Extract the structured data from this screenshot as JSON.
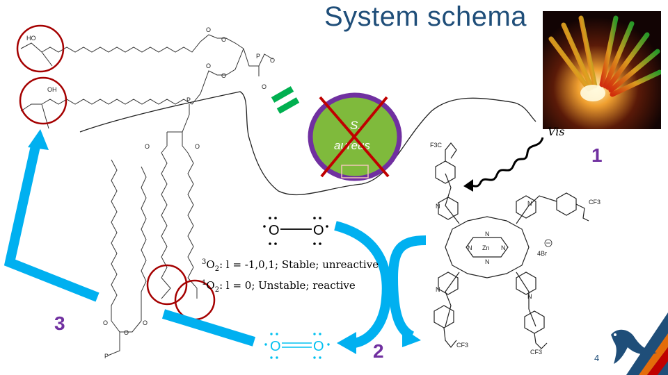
{
  "slide": {
    "title": "System schema",
    "page_number": "4"
  },
  "steps": {
    "one": "1",
    "two": "2",
    "three": "3"
  },
  "light": {
    "label": "Vis"
  },
  "bacterium": {
    "line1": "S.",
    "line2": "aureus"
  },
  "oxygen_states": {
    "triplet": {
      "sup": "3",
      "base": "O",
      "sub": "2",
      "text": ": l = -1,0,1; Stable; unreactive"
    },
    "singlet": {
      "sup": "1",
      "base": "O",
      "sub": "2",
      "text": ": l = 0; Unstable; reactive"
    }
  },
  "molecule": {
    "atoms": {
      "cf3": "CF3",
      "f3c": "F3C",
      "zn": "Zn",
      "n": "N",
      "bromide": "4Br",
      "ho": "HO",
      "oh": "OH"
    }
  },
  "colors": {
    "title": "#1f4e79",
    "arrow": "#00b0f0",
    "step_number": "#7030a0",
    "cell_fill": "#7fba3c",
    "cell_border": "#7030a0",
    "cross": "#c00000",
    "equals": "#00b050",
    "circle_marker": "#a50000"
  }
}
